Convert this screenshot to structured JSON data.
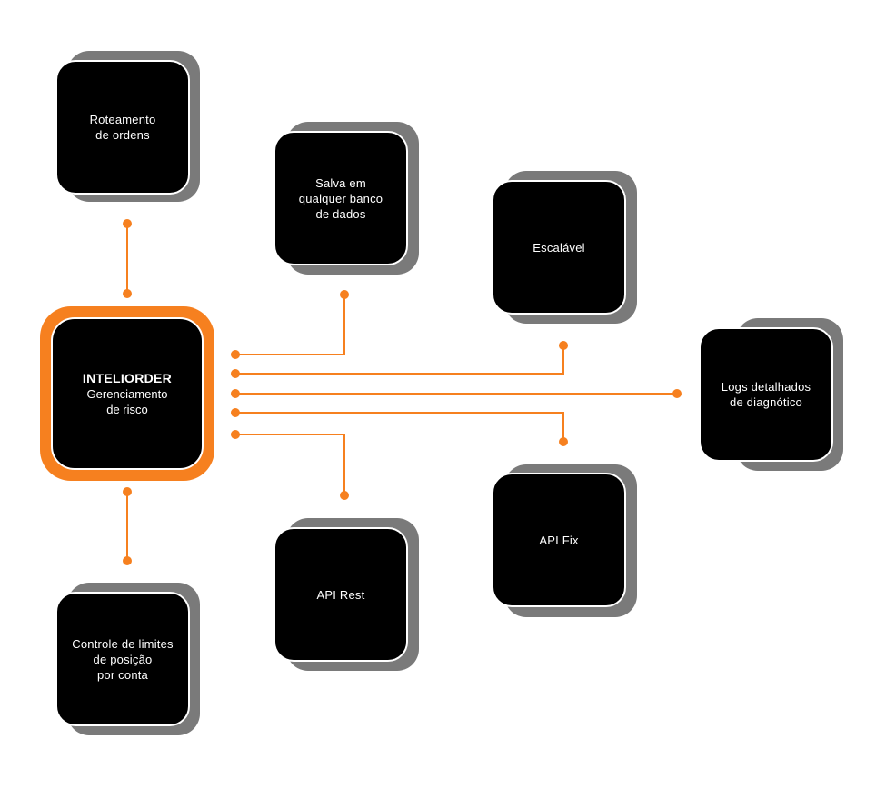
{
  "colors": {
    "accent": "#f6801f",
    "card": "#000000",
    "shadow": "#7a7a7a",
    "text": "#ffffff"
  },
  "hub": {
    "title": "INTELIORDER",
    "subtitle": "Gerenciamento\nde risco"
  },
  "nodes": {
    "roteamento": "Roteamento\nde ordens",
    "salva": "Salva em\nqualquer banco\nde dados",
    "escalavel": "Escalável",
    "logs": "Logs detalhados\nde diagnótico",
    "controle": "Controle de limites\nde posição\npor conta",
    "api_rest": "API Rest",
    "api_fix": "API Fix"
  }
}
